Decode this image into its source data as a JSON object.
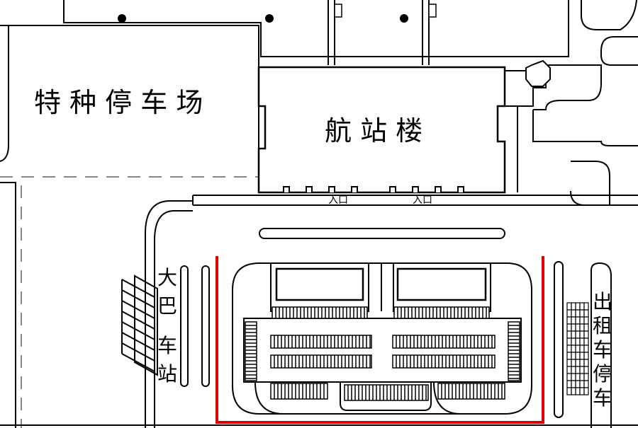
{
  "labels": {
    "special_parking": "特 种 停 车 场",
    "terminal": "航 站 楼",
    "entrance_1": "入口",
    "entrance_2": "入口",
    "bus_station": [
      "大",
      "巴",
      "车",
      "站"
    ],
    "taxi_parking": [
      "出",
      "租",
      "车",
      "停",
      "车"
    ]
  },
  "colors": {
    "line": "#000000",
    "fill": "#ffffff",
    "highlight": "#e00000",
    "dash": "#888888"
  }
}
